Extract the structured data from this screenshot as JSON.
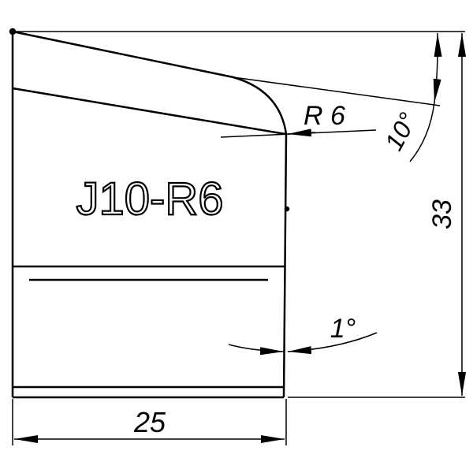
{
  "part_label": "J10-R6",
  "dimensions": {
    "width": "25",
    "height": "33",
    "radius": "R 6",
    "top_angle": "10°",
    "side_angle": "1°"
  },
  "colors": {
    "line": "#000000",
    "background": "#ffffff"
  }
}
